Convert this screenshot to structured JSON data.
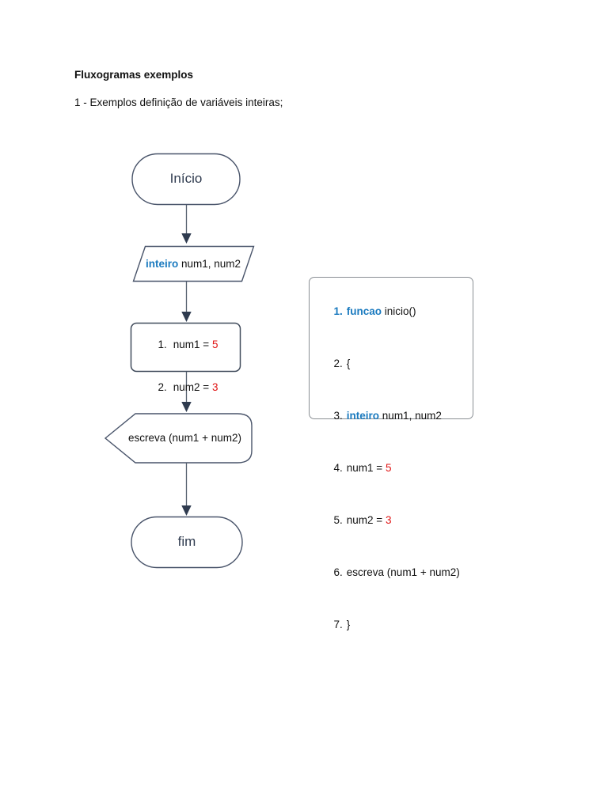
{
  "page": {
    "title": "Fluxogramas exemplos",
    "subtitle": "1 - Exemplos definição de variáveis inteiras;"
  },
  "colors": {
    "keyword_blue": "#1a7abf",
    "value_red": "#e01414",
    "shape_border": "#49546a",
    "arrow": "#2f3b4f",
    "code_box_border": "#8a8f94",
    "page_background": "#ffffff"
  },
  "flowchart": {
    "start_label": "Início",
    "declaration": {
      "keyword": "inteiro",
      "text": " num1, num2"
    },
    "assignments": [
      {
        "num": "1.",
        "text": "num1 = ",
        "value": "5"
      },
      {
        "num": "2.",
        "text": "num2 = ",
        "value": "3"
      }
    ],
    "output_label": "escreva (num1 + num2)",
    "end_label": "fim"
  },
  "code": {
    "lines": [
      {
        "num": "1.",
        "keyword": "funcao",
        "text": " inicio()"
      },
      {
        "num": "2.",
        "text": "{"
      },
      {
        "num": "3.",
        "keyword": "inteiro",
        "text": " num1, num2"
      },
      {
        "num": "4.",
        "text": "num1 = ",
        "value": "5"
      },
      {
        "num": "5.",
        "text": "num2 = ",
        "value": "3"
      },
      {
        "num": "6.",
        "text": "escreva (num1 + num2)"
      },
      {
        "num": "7.",
        "text": "}"
      }
    ]
  }
}
